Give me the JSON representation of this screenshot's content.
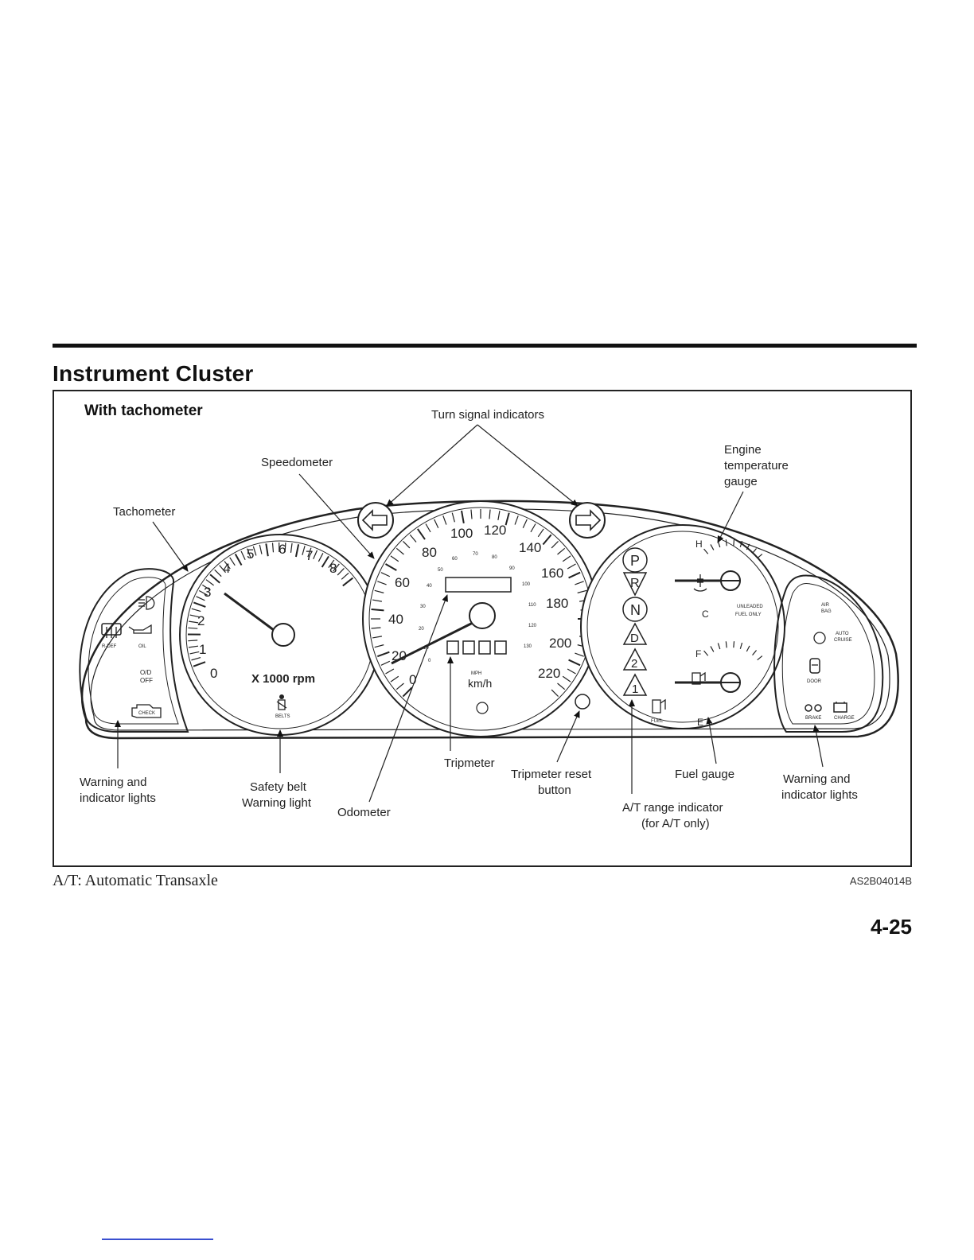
{
  "section_title": "Instrument Cluster",
  "figure": {
    "subtitle": "With tachometer",
    "callouts": {
      "turn_signal": "Turn signal indicators",
      "speedometer": "Speedometer",
      "tachometer": "Tachometer",
      "engine_temp_1": "Engine",
      "engine_temp_2": "temperature",
      "engine_temp_3": "gauge",
      "warning_left_1": "Warning and",
      "warning_left_2": "indicator lights",
      "safety_belt_1": "Safety belt",
      "safety_belt_2": "Warning light",
      "odometer": "Odometer",
      "tripmeter": "Tripmeter",
      "trip_reset_1": "Tripmeter reset",
      "trip_reset_2": "button",
      "at_range_1": "A/T range indicator",
      "at_range_2": "(for A/T only)",
      "fuel_gauge": "Fuel gauge",
      "warning_right_1": "Warning and",
      "warning_right_2": "indicator lights"
    },
    "tachometer": {
      "numbers": [
        "0",
        "1",
        "2",
        "3",
        "4",
        "5",
        "6",
        "7",
        "8"
      ],
      "unit": "X 1000 rpm",
      "belts_label": "BELTS"
    },
    "speedometer": {
      "kmh_numbers": [
        "0",
        "20",
        "40",
        "60",
        "80",
        "100",
        "120",
        "140",
        "160",
        "180",
        "200",
        "220"
      ],
      "mph_numbers": [
        "0",
        "10",
        "20",
        "30",
        "40",
        "50",
        "60",
        "70",
        "80",
        "90",
        "100",
        "110",
        "120",
        "130"
      ],
      "mph_label": "MPH",
      "kmh_label": "km/h"
    },
    "gear_indicators": [
      "P",
      "R",
      "N",
      "D",
      "2",
      "1"
    ],
    "temp_gauge": {
      "hot": "H",
      "cold": "C"
    },
    "fuel_panel": {
      "fuel_label": "FUEL",
      "unleaded_1": "UNLEADED",
      "unleaded_2": "FUEL ONLY",
      "full": "F",
      "empty": "E"
    },
    "left_lights": {
      "rdef": "R-DEF",
      "oil": "OIL",
      "od_1": "O/D",
      "od_2": "OFF",
      "check": "CHECK"
    },
    "right_lights": {
      "air_1": "AIR",
      "air_2": "BAG",
      "auto_1": "AUTO",
      "auto_2": "CRUISE",
      "door": "DOOR",
      "brake": "BRAKE",
      "charge": "CHARGE"
    }
  },
  "caption": "A/T: Automatic Transaxle",
  "figure_code": "AS2B04014B",
  "page_number": "4-25"
}
